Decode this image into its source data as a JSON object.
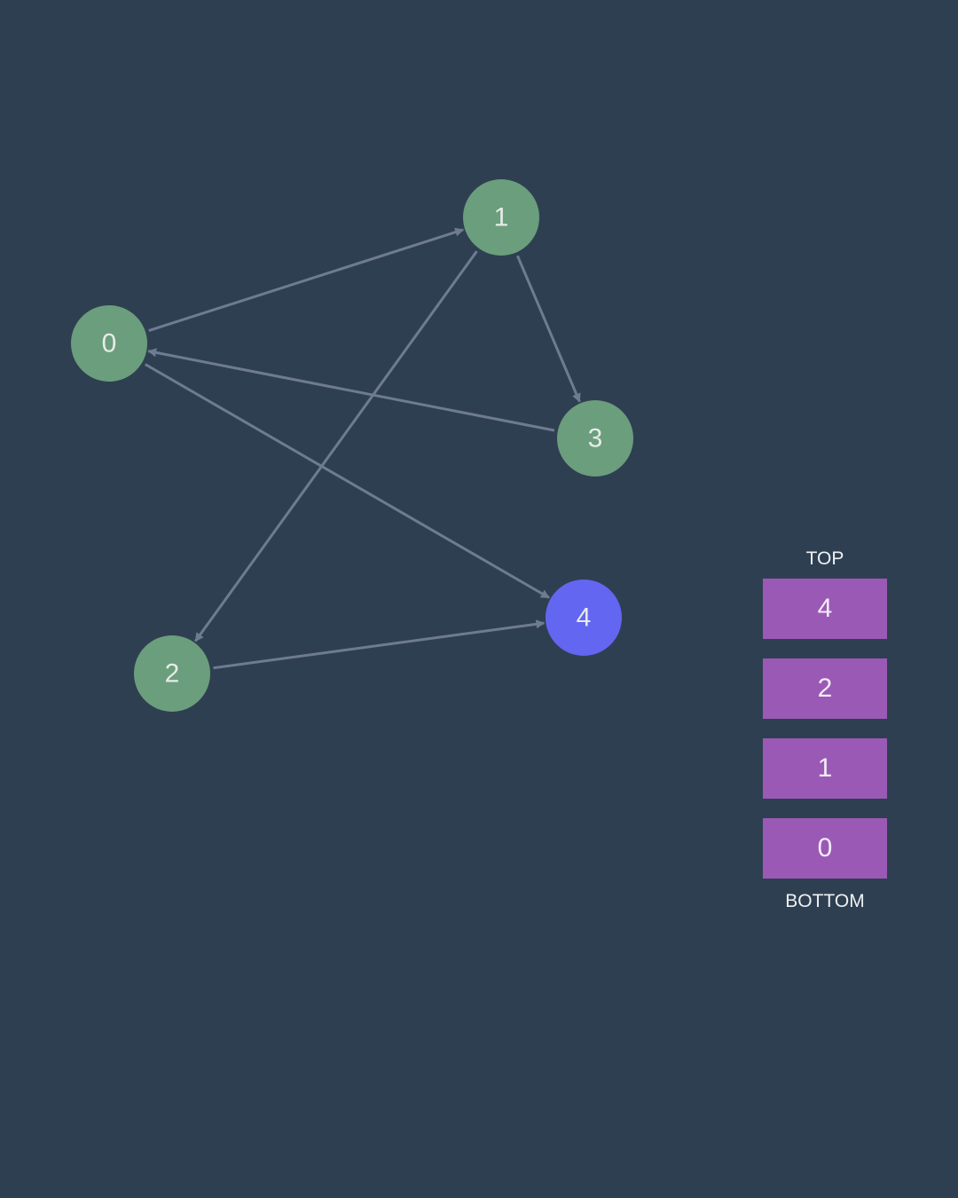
{
  "colors": {
    "background": "#2f3f52",
    "visited_node": "#6b9e7c",
    "current_node": "#6366f1",
    "edge": "#6f7b90",
    "stack_item": "#9b59b6"
  },
  "graph": {
    "nodes": [
      {
        "id": "0",
        "label": "0",
        "state": "visited"
      },
      {
        "id": "1",
        "label": "1",
        "state": "visited"
      },
      {
        "id": "2",
        "label": "2",
        "state": "visited"
      },
      {
        "id": "3",
        "label": "3",
        "state": "visited"
      },
      {
        "id": "4",
        "label": "4",
        "state": "current"
      }
    ],
    "edges": [
      {
        "from": "0",
        "to": "1"
      },
      {
        "from": "1",
        "to": "3"
      },
      {
        "from": "3",
        "to": "0"
      },
      {
        "from": "1",
        "to": "2"
      },
      {
        "from": "0",
        "to": "4"
      },
      {
        "from": "2",
        "to": "4"
      }
    ]
  },
  "stack": {
    "top_label": "TOP",
    "bottom_label": "BOTTOM",
    "items": [
      "4",
      "2",
      "1",
      "0"
    ]
  }
}
